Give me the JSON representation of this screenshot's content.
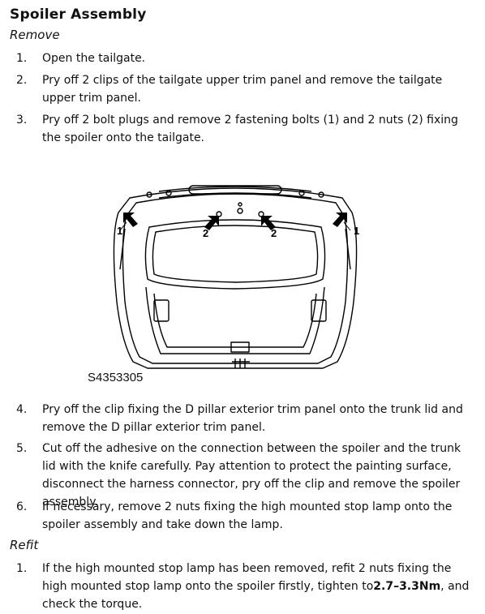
{
  "title": "Spoiler Assembly",
  "remove_heading": "Remove",
  "remove_steps": [
    {
      "num": "1.",
      "text": "Open the tailgate."
    },
    {
      "num": "2.",
      "text": "Pry off 2 clips of the tailgate upper trim panel and remove the tailgate upper trim panel."
    },
    {
      "num": "3.",
      "text": "Pry off 2 bolt plugs and remove 2 fastening bolts (1) and 2 nuts (2) fixing the spoiler onto the tailgate."
    },
    {
      "num": "4.",
      "text": "Pry off the clip fixing the D pillar exterior trim panel onto the trunk lid and remove the D pillar exterior trim panel."
    },
    {
      "num": "5.",
      "text": "Cut off the adhesive on the connection between the spoiler and the trunk lid with the knife carefully. Pay attention to protect the painting surface, disconnect the harness connector, pry off the clip and remove the spoiler assembly."
    },
    {
      "num": "6.",
      "text": "If necessary, remove 2 nuts fixing the high mounted stop lamp onto the spoiler assembly and take down the lamp."
    }
  ],
  "refit_heading": "Refit",
  "refit_steps": [
    {
      "num": "1.",
      "text_before": "If the high mounted stop lamp has been removed, refit 2 nuts fixing the high mounted stop lamp onto the spoiler firstly, tighten to",
      "torque": "2.7–3.3Nm",
      "text_after": ", and check the torque."
    }
  ],
  "figure": {
    "id": "S4353305",
    "callouts": {
      "bolt": "1",
      "nut": "2"
    }
  }
}
